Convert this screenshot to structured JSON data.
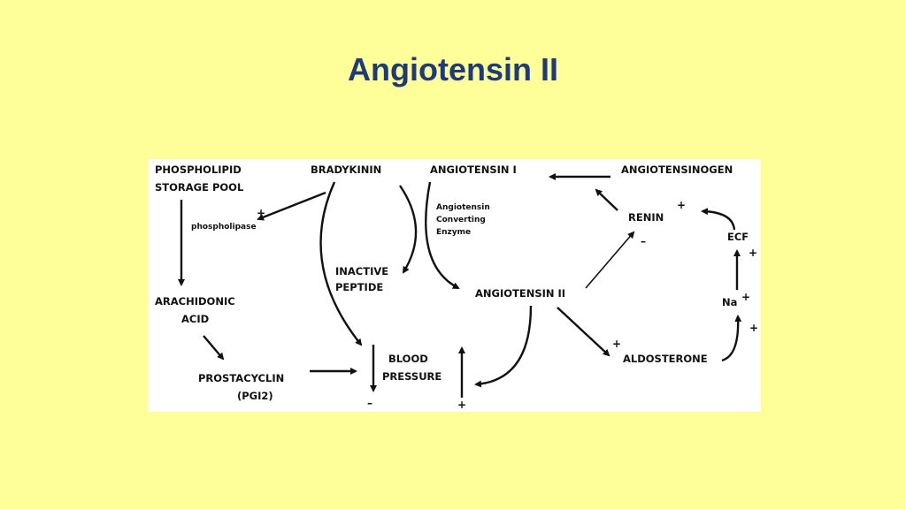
{
  "title": "Angiotensin II",
  "diagram": {
    "nodes": {
      "phospholipid_line1": "PHOSPHOLIPID",
      "phospholipid_line2": "STORAGE POOL",
      "bradykinin": "BRADYKININ",
      "angiotensin_i": "ANGIOTENSIN I",
      "angiotensinogen": "ANGIOTENSINOGEN",
      "phospholipase": "phospholipase",
      "ace_line1": "Angiotensin",
      "ace_line2": "Converting",
      "ace_line3": "Enzyme",
      "renin": "RENIN",
      "ecf": "ECF",
      "inactive_line1": "INACTIVE",
      "inactive_line2": "PEPTIDE",
      "arachidonic_line1": "ARACHIDONIC",
      "arachidonic_line2": "ACID",
      "angiotensin_ii": "ANGIOTENSIN II",
      "na": "Na",
      "prostacyclin_line1": "PROSTACYCLIN",
      "prostacyclin_line2": "(PGI2)",
      "bp_line1": "BLOOD",
      "bp_line2": "PRESSURE",
      "aldosterone": "ALDOSTERONE"
    },
    "signs": {
      "phospholipase_plus": "+",
      "renin_plus": "+",
      "renin_minus": "–",
      "ecf_plus": "+",
      "na_plus_top": "+",
      "na_plus_bottom": "+",
      "aldosterone_plus": "+",
      "bp_minus": "–",
      "bp_plus": "+"
    }
  }
}
